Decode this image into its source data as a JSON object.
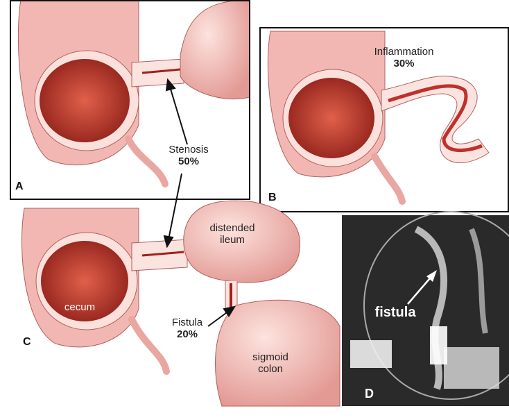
{
  "panels": {
    "a": {
      "letter": "A"
    },
    "b": {
      "letter": "B",
      "label": "Inflammation",
      "percent": "30%"
    },
    "c": {
      "letter": "C",
      "cecum": "cecum",
      "ileum_line1": "distended",
      "ileum_line2": "ileum",
      "fistula_label": "Fistula",
      "fistula_percent": "20%",
      "colon_line1": "sigmoid",
      "colon_line2": "colon"
    },
    "d": {
      "letter": "D",
      "label": "fistula"
    }
  },
  "stenosis": {
    "label": "Stenosis",
    "percent": "50%"
  },
  "colors": {
    "tissue": "#f2b7b3",
    "tissue_dark": "#d98580",
    "lumen": "#b8352c",
    "xray": "#2a2a2a"
  }
}
